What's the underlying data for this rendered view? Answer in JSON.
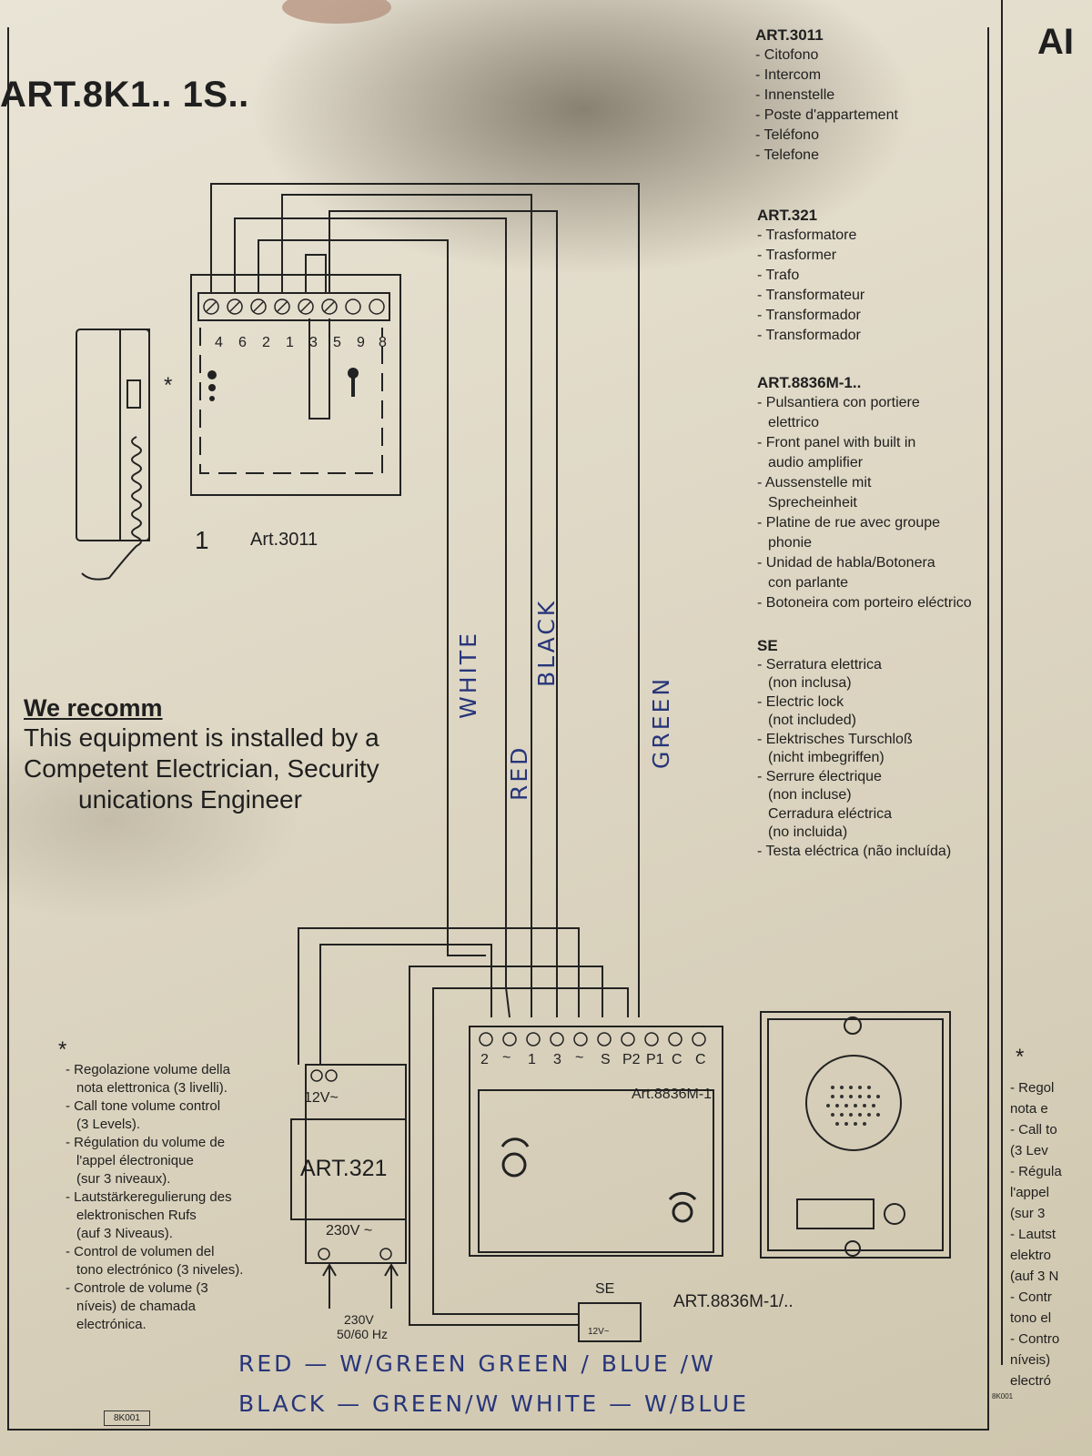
{
  "header": {
    "title": "ART.8K1.. 1S..",
    "edge_title": "AI"
  },
  "intercom": {
    "number": "1",
    "label": "Art.3011",
    "terminals": [
      "4",
      "6",
      "2",
      "1",
      "3",
      "5",
      "9",
      "8"
    ],
    "star": "*"
  },
  "art3011": {
    "heading": "ART.3011",
    "items": [
      "- Citofono",
      "- Intercom",
      "- Innenstelle",
      "- Poste d'appartement",
      "- Teléfono",
      "- Telefone"
    ]
  },
  "art321": {
    "heading": "ART.321",
    "items": [
      "- Trasformatore",
      "- Trasformer",
      "- Trafo",
      "- Transformateur",
      "- Transformador",
      "- Transformador"
    ]
  },
  "art8836": {
    "heading": "ART.8836M-1..",
    "items": [
      "- Pulsantiera con portiere",
      "elettrico",
      "- Front panel with built in",
      "audio amplifier",
      "- Aussenstelle mit",
      "Sprecheinheit",
      "- Platine de rue avec groupe",
      "phonie",
      "- Unidad de habla/Botonera",
      "con parlante",
      "- Botoneira com porteiro eléctrico"
    ]
  },
  "se": {
    "heading": "SE",
    "items": [
      "- Serratura elettrica",
      "(non inclusa)",
      "- Electric lock",
      "(not included)",
      "- Elektrisches Turschloß",
      "(nicht imbegriffen)",
      "- Serrure électrique",
      "(non incluse)",
      "Cerradura eléctrica",
      "(no incluida)",
      "- Testa eléctrica (não incluída)"
    ]
  },
  "recommend": {
    "heading": "We recomm",
    "lines": [
      "This equipment is installed by a",
      "Competent Electrician, Security",
      "unications Engineer"
    ]
  },
  "handwriting": {
    "white": "WHITE",
    "black": "BLACK",
    "red": "RED",
    "green": "GREEN",
    "line1": "RED — W/GREEN   GREEN / BLUE /W",
    "line2": "BLACK — GREEN/W   WHITE — W/BLUE"
  },
  "volume_note": {
    "star": "*",
    "items": [
      "- Regolazione volume della",
      "nota elettronica (3 livelli).",
      "- Call tone volume control",
      "(3 Levels).",
      "- Régulation du volume de",
      "l'appel électronique",
      "(sur 3 niveaux).",
      "- Lautstärkeregulierung des",
      "elektronischen Rufs",
      "(auf 3 Niveaus).",
      "- Control de volumen del",
      "tono electrónico (3 niveles).",
      "- Controle de volume (3",
      "níveis) de chamada",
      "electrónica."
    ]
  },
  "right_note": {
    "star": "*",
    "items": [
      "- Regol",
      "nota e",
      "- Call to",
      "(3 Lev",
      "- Régula",
      "l'appel",
      "(sur 3",
      "- Lautst",
      "elektro",
      "(auf 3 N",
      "- Contr",
      "tono el",
      "- Contro",
      "níveis)",
      "electró"
    ]
  },
  "transformer": {
    "label": "ART.321",
    "out": "12V~",
    "in": "230V ~",
    "supply": "230V",
    "freq": "50/60 Hz"
  },
  "panel": {
    "label": "Art.8836M-1",
    "terminals": [
      "2",
      "~",
      "1",
      "3",
      "~",
      "S",
      "P2",
      "P1",
      "C",
      "C"
    ],
    "caption": "ART.8836M-1/.."
  },
  "lock": {
    "label": "SE",
    "voltage": "12V~"
  },
  "footer": {
    "code": "8K001",
    "code_right": "8K001"
  }
}
